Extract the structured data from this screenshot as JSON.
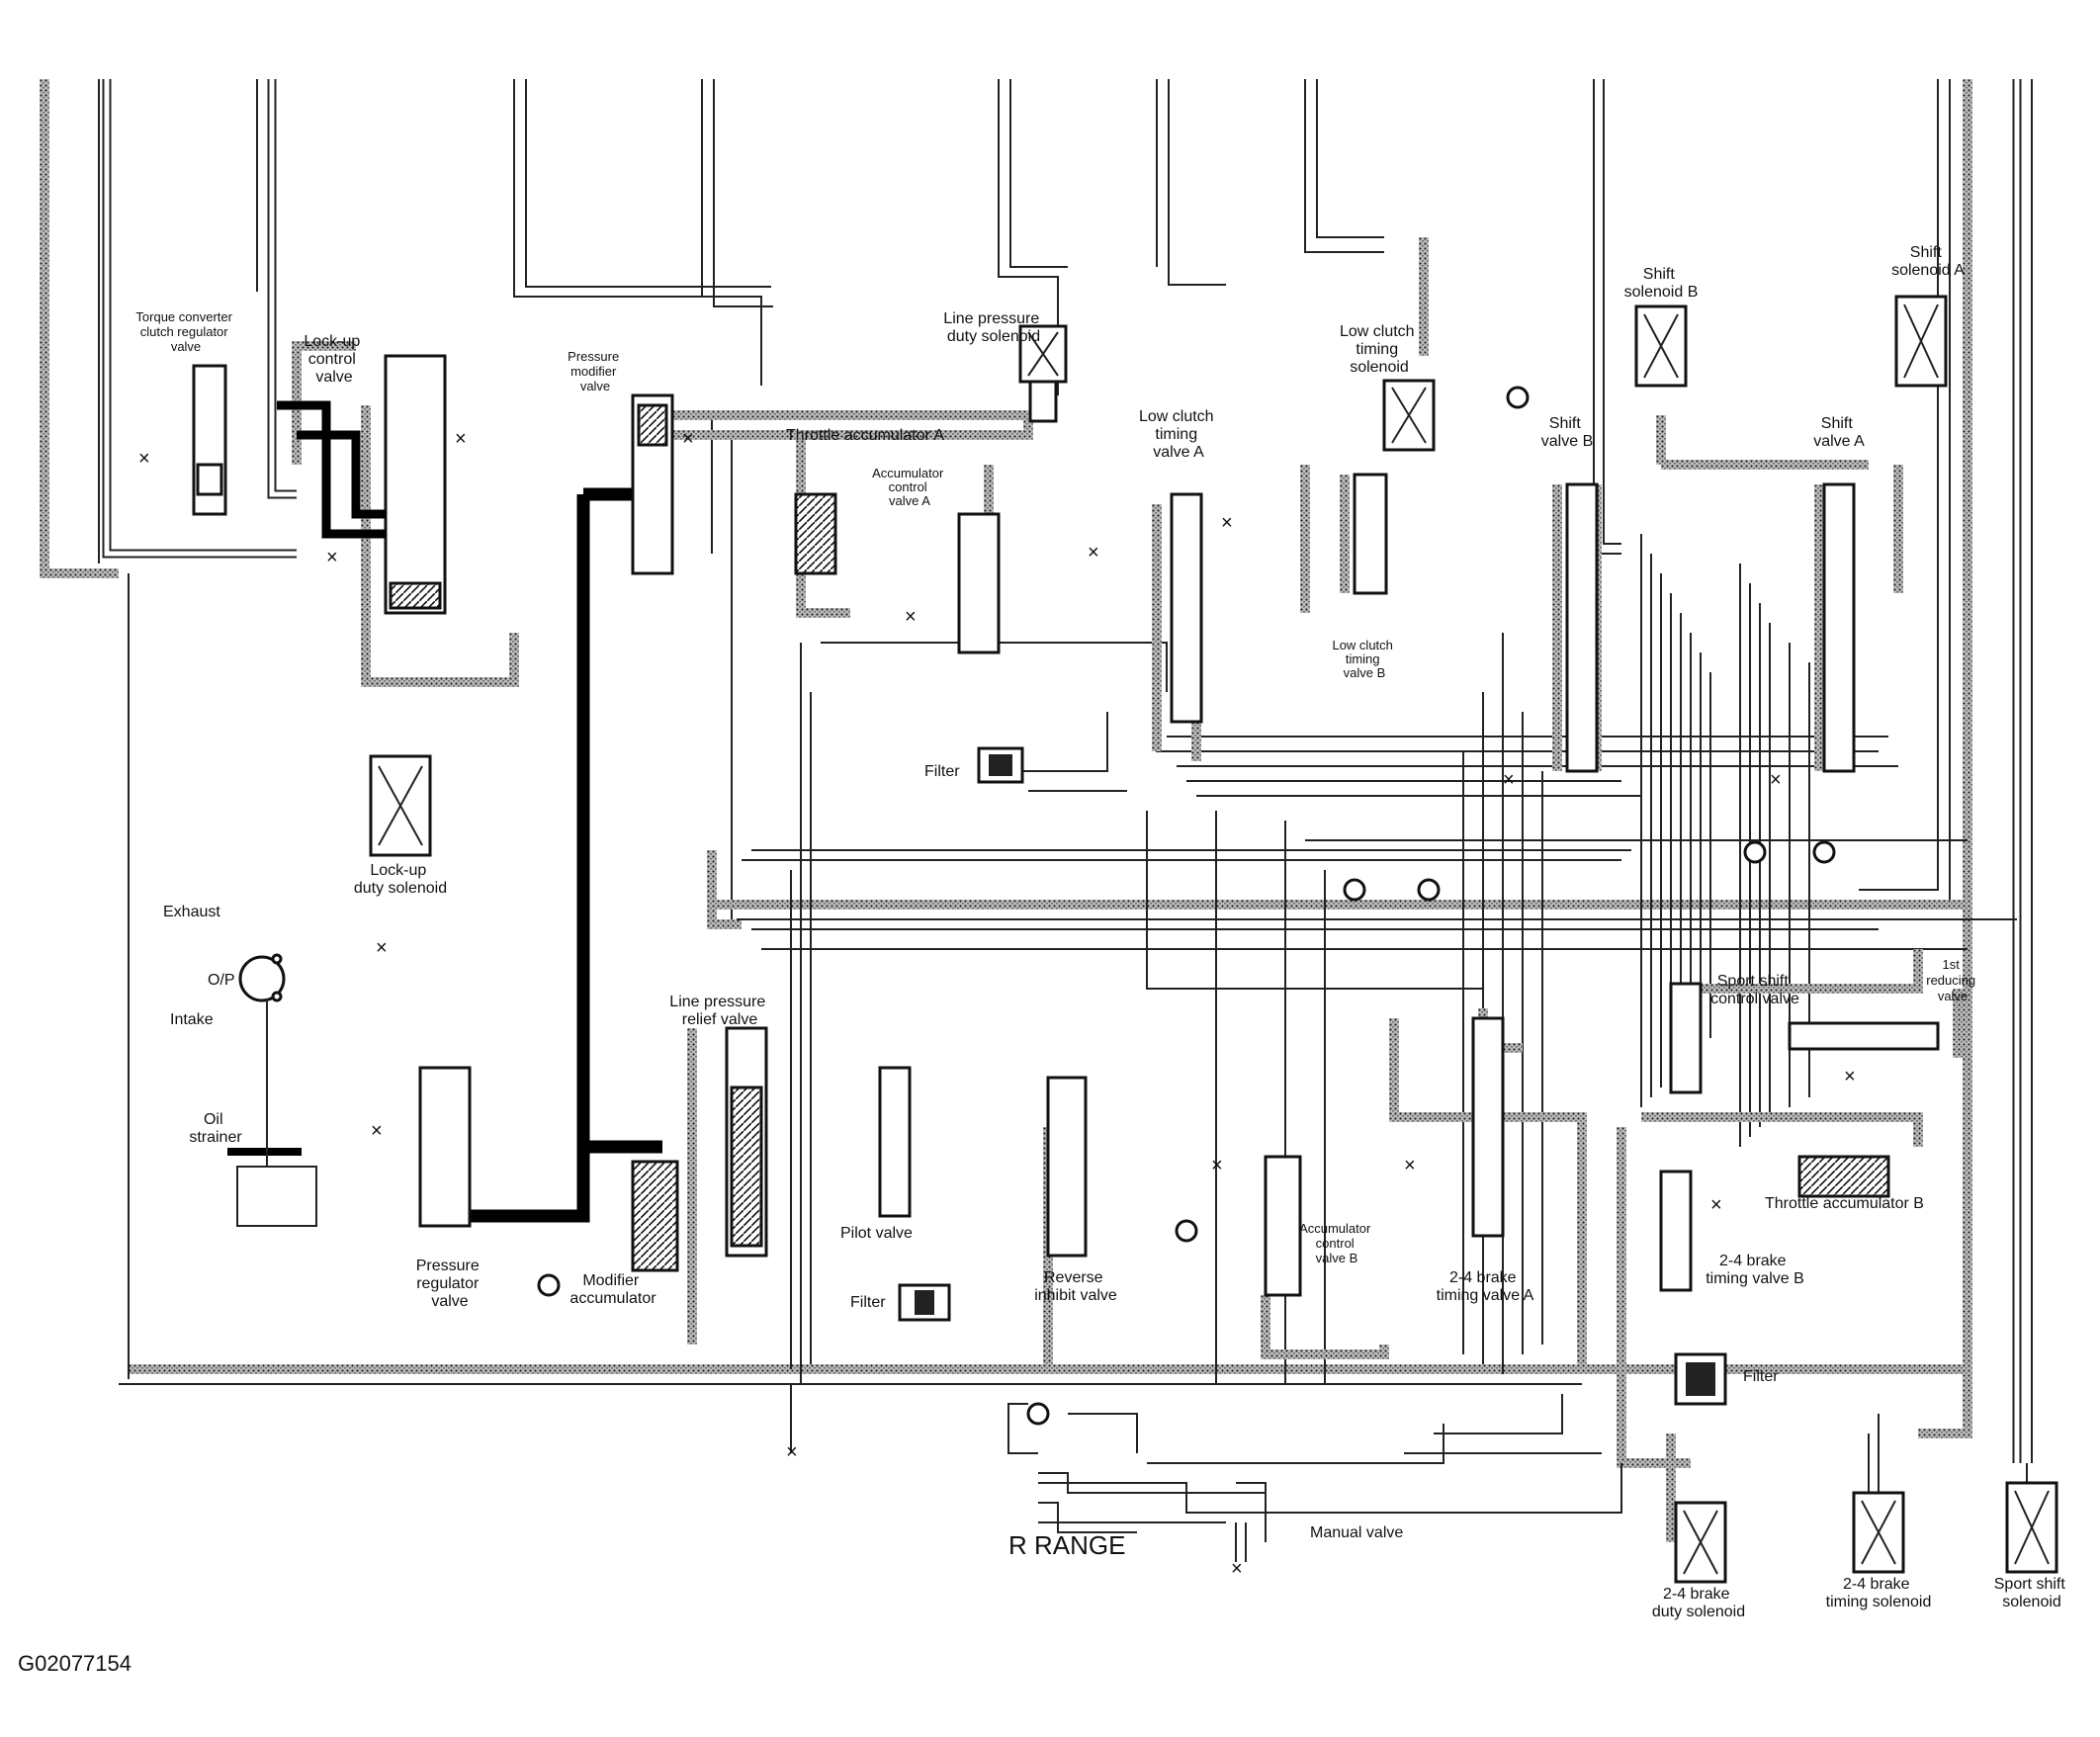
{
  "diagram": {
    "title": "R RANGE",
    "figure_code": "G02077154"
  },
  "labels": {
    "torque_converter_clutch_regulator_valve": [
      "Torque converter",
      "clutch regulator",
      "valve"
    ],
    "lockup_control_valve": [
      "Lock-up",
      "control",
      "valve"
    ],
    "pressure_modifier_valve": [
      "Pressure",
      "modifier",
      "valve"
    ],
    "line_pressure_duty_solenoid": [
      "Line pressure",
      "duty solenoid"
    ],
    "throttle_accumulator_a": [
      "Throttle accumulator A"
    ],
    "accumulator_control_valve_a": [
      "Accumulator",
      "control",
      "valve A"
    ],
    "low_clutch_timing_valve_a": [
      "Low clutch",
      "timing",
      "valve A"
    ],
    "low_clutch_timing_solenoid": [
      "Low clutch",
      "timing",
      "solenoid"
    ],
    "low_clutch_timing_valve_b": [
      "Low clutch",
      "timing",
      "valve B"
    ],
    "shift_solenoid_b": [
      "Shift",
      "solenoid B"
    ],
    "shift_valve_b": [
      "Shift",
      "valve B"
    ],
    "shift_solenoid_a": [
      "Shift",
      "solenoid A"
    ],
    "shift_valve_a": [
      "Shift",
      "valve A"
    ],
    "filter_1": [
      "Filter"
    ],
    "lockup_duty_solenoid": [
      "Lock-up",
      "duty solenoid"
    ],
    "exhaust": [
      "Exhaust"
    ],
    "op": [
      "O/P"
    ],
    "intake": [
      "Intake"
    ],
    "oil_strainer": [
      "Oil",
      "strainer"
    ],
    "pressure_regulator_valve": [
      "Pressure",
      "regulator",
      "valve"
    ],
    "modifier_accumulator": [
      "Modifier",
      "accumulator"
    ],
    "line_pressure_relief_valve": [
      "Line pressure",
      "relief valve"
    ],
    "pilot_valve": [
      "Pilot valve"
    ],
    "filter_2": [
      "Filter"
    ],
    "reverse_inhibit_valve": [
      "Reverse",
      "inhibit valve"
    ],
    "accumulator_control_valve_b": [
      "Accumulator",
      "control",
      "valve B"
    ],
    "brake_timing_valve_a": [
      "2-4 brake",
      "timing valve A"
    ],
    "sport_shift_control_valve": [
      "Sport shift",
      "control valve"
    ],
    "first_reducing_valve": [
      "1st",
      "reducing",
      "valve"
    ],
    "throttle_accumulator_b": [
      "Throttle accumulator B"
    ],
    "brake_timing_valve_b": [
      "2-4 brake",
      "timing valve B"
    ],
    "filter_3": [
      "Filter"
    ],
    "manual_valve": [
      "Manual valve"
    ],
    "brake_duty_solenoid": [
      "2-4 brake",
      "duty solenoid"
    ],
    "brake_timing_solenoid": [
      "2-4 brake",
      "timing solenoid"
    ],
    "sport_shift_solenoid": [
      "Sport shift",
      "solenoid"
    ]
  }
}
